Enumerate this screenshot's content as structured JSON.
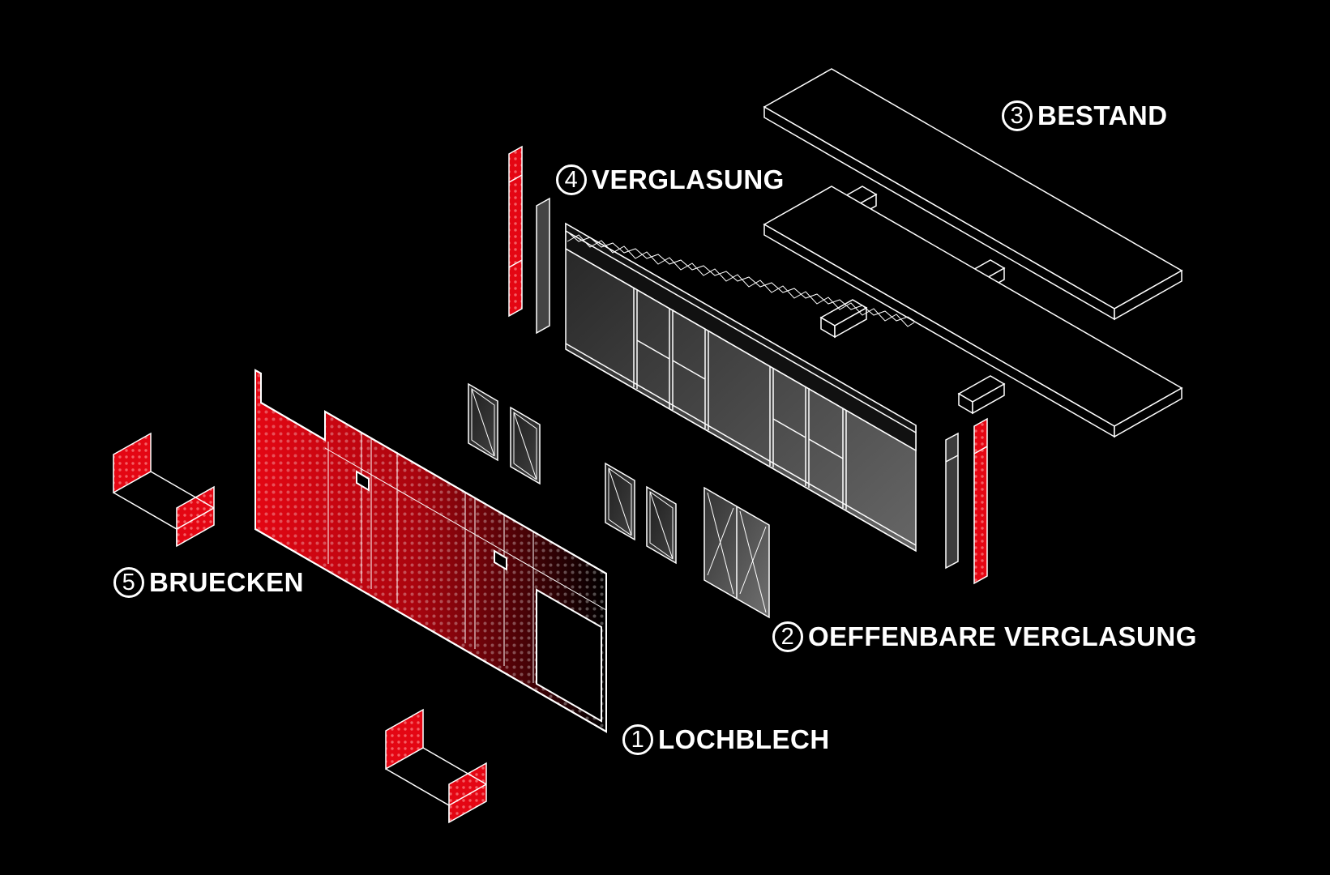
{
  "colors": {
    "background": "#000000",
    "line": "#ffffff",
    "accent": "#e40613"
  },
  "labels": {
    "lochblech": {
      "num": "1",
      "text": "LOCHBLECH"
    },
    "oeffenbare": {
      "num": "2",
      "text": "OEFFENBARE VERGLASUNG"
    },
    "bestand": {
      "num": "3",
      "text": "BESTAND"
    },
    "verglasung": {
      "num": "4",
      "text": "VERGLASUNG"
    },
    "bruecken": {
      "num": "5",
      "text": "BRUECKEN"
    }
  }
}
